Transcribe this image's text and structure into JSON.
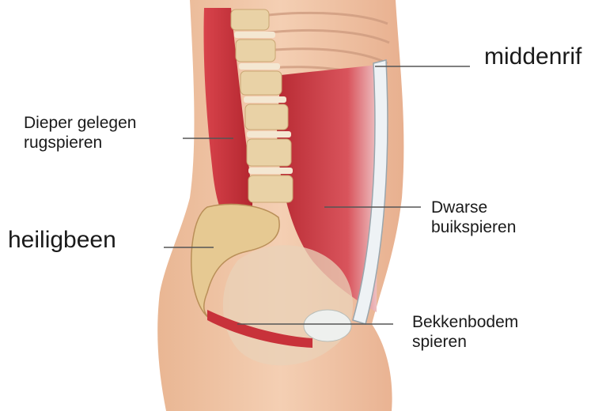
{
  "figure": {
    "labels": {
      "middenrif": "middenrif",
      "dieper_line1": "Dieper gelegen",
      "dieper_line2": "rugspieren",
      "heiligbeen": "heiligbeen",
      "dwarse_line1": "Dwarse",
      "dwarse_line2": "buikspieren",
      "bekken_line1": "Bekkenbodem",
      "bekken_line2": "spieren"
    },
    "colors": {
      "skin": "#f0c6a8",
      "skin_shadow": "#dba584",
      "muscle": "#c8323a",
      "muscle_light": "#e0737a",
      "bone": "#e9d2a6",
      "bone_shadow": "#c9a673",
      "disc": "#f4e7d2",
      "ribs": "#e6b99e",
      "fascia": "#e8eef2",
      "leader_line": "#555555"
    }
  }
}
